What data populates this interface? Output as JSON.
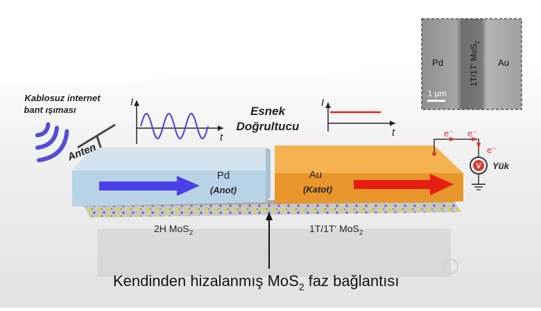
{
  "labels": {
    "wifi_l1": "Kablosuz internet",
    "wifi_l2": "bant ışıması",
    "antenna": "Anten",
    "rect_l1": "Esnek",
    "rect_l2": "Doğrultucu",
    "I": "I",
    "t": "t",
    "pd": "Pd",
    "anode": "(Anot)",
    "au": "Au",
    "cathode": "(Katot)",
    "mos_2h_pre": "2H MoS",
    "mos_1t_pre": "1T/1T′ MoS",
    "sub2": "2",
    "electron": "e⁻",
    "volt": "V",
    "load": "Yük",
    "caption_pre": "Kendinden hizalanmış MoS",
    "caption_post": "faz bağlantısı",
    "inset_pd": "Pd",
    "inset_mid": "1T/1T' MoS",
    "inset_au": "Au",
    "scale": "1 µm"
  },
  "colors": {
    "pd_top": "#d3e4f0",
    "pd_front": "#b9d3e6",
    "au_top": "#f3b24f",
    "au_front": "#e8962b",
    "blue_arrow": "#4a3fe8",
    "red_arrow": "#e61e12",
    "sine": "#5b47dd",
    "dc_line": "#e02020",
    "wifi": "#5a4bd6",
    "circuit_red": "#d83b2e",
    "atom_yellow": "#f0d21c",
    "atom_purple": "#8b5bb8",
    "atom_green": "#4fae4a"
  }
}
